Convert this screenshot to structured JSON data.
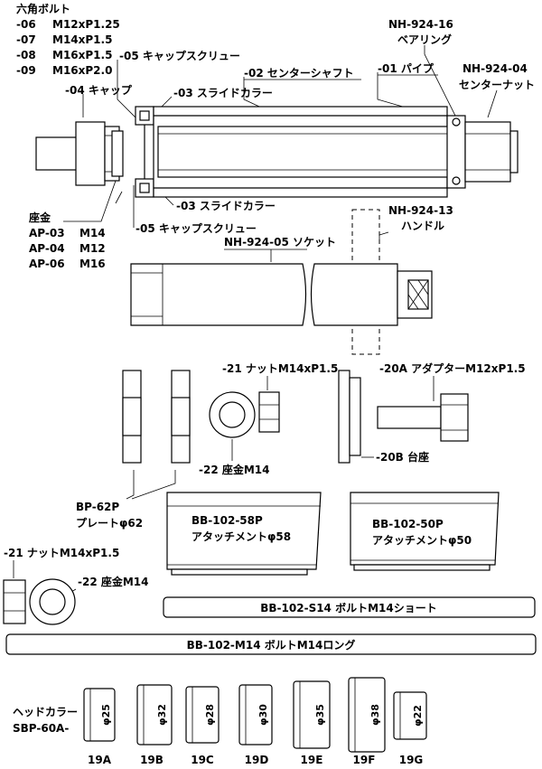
{
  "hex_bolt": {
    "title": "六角ボルト",
    "rows": [
      {
        "code": "-06",
        "size": "M12xP1.25"
      },
      {
        "code": "-07",
        "size": "M14xP1.5"
      },
      {
        "code": "-08",
        "size": "M16xP1.5"
      },
      {
        "code": "-09",
        "size": "M16xP2.0"
      }
    ]
  },
  "top_labels": {
    "cap": "-04 キャップ",
    "cap_screw_top": "-05 キャップスクリュー",
    "slide_collar_top": "-03 スライドカラー",
    "center_shaft": "-02 センターシャフト",
    "pipe": "-01 パイプ",
    "bearing_code": "NH-924-16",
    "bearing": "ベアリング",
    "center_nut_code": "NH-924-04",
    "center_nut": "センターナット",
    "slide_collar_bottom": "-03 スライドカラー",
    "cap_screw_bottom": "-05 キャップスクリュー"
  },
  "washer": {
    "title": "座金",
    "rows": [
      {
        "code": "AP-03",
        "size": "M14"
      },
      {
        "code": "AP-04",
        "size": "M12"
      },
      {
        "code": "AP-06",
        "size": "M16"
      }
    ]
  },
  "handle": {
    "code": "NH-924-13",
    "name": "ハンドル"
  },
  "socket": "NH-924-05 ソケット",
  "parts": {
    "nut_m14_top": "-21 ナットM14xP1.5",
    "adapter": "-20A アダプターM12xP1.5",
    "washer_m14_top": "-22 座金M14",
    "base": "-20B 台座",
    "plate_code": "BP-62P",
    "plate_name": "プレートφ62",
    "att58_code": "BB-102-58P",
    "att58_name": "アタッチメントφ58",
    "att50_code": "BB-102-50P",
    "att50_name": "アタッチメントφ50",
    "nut_m14_bottom": "-21 ナットM14xP1.5",
    "washer_m14_bottom": "-22 座金M14",
    "bolt_short": "BB-102-S14 ボルトM14ショート",
    "bolt_long": "BB-102-M14 ボルトM14ロング"
  },
  "head_collar": {
    "label1": "ヘッドカラー",
    "label2": "SBP-60A-",
    "items": [
      {
        "code": "19A",
        "dia": "φ25"
      },
      {
        "code": "19B",
        "dia": "φ32"
      },
      {
        "code": "19C",
        "dia": "φ28"
      },
      {
        "code": "19D",
        "dia": "φ30"
      },
      {
        "code": "19E",
        "dia": "φ35"
      },
      {
        "code": "19F",
        "dia": "φ38"
      },
      {
        "code": "19G",
        "dia": "φ22"
      }
    ]
  }
}
